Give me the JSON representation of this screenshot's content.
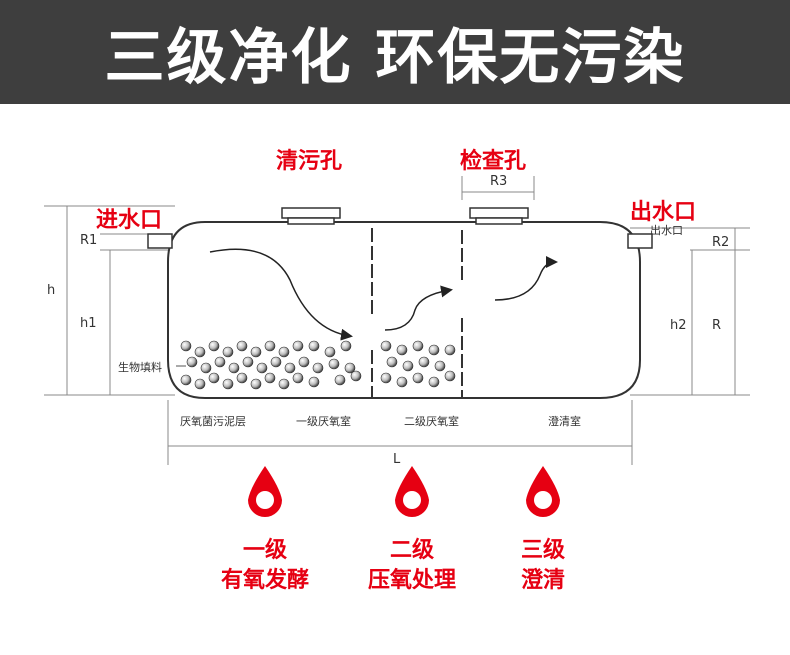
{
  "banner": {
    "title": "三级净化 环保无污染"
  },
  "labels": {
    "cleaning_hole": "清污孔",
    "inspection_hole": "检查孔",
    "inlet": "进水口",
    "outlet": "出水口",
    "outlet_small": "出水口"
  },
  "dimensions": {
    "r1": "R1",
    "r2": "R2",
    "r3": "R3",
    "h": "h",
    "h1": "h1",
    "h2": "h2",
    "r": "R",
    "l": "L"
  },
  "chambers": {
    "bio_filler": "生物填料",
    "sludge_layer": "厌氧菌污泥层",
    "first_chamber": "一级厌氧室",
    "second_chamber": "二级厌氧室",
    "clear_chamber": "澄清室"
  },
  "stages": [
    {
      "line1": "一级",
      "line2": "有氧发酵"
    },
    {
      "line1": "二级",
      "line2": "压氧处理"
    },
    {
      "line1": "三级",
      "line2": "澄清"
    }
  ],
  "colors": {
    "accent": "#e60012",
    "banner": "#3e3e3e"
  }
}
